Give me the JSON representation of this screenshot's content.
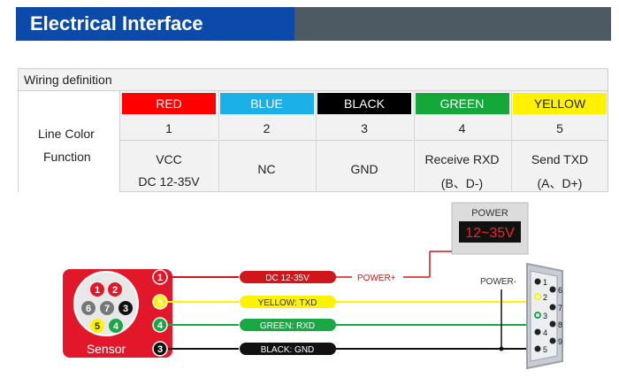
{
  "header": {
    "title": "Electrical Interface"
  },
  "table": {
    "caption": "Wiring definition",
    "row_label_line_color": "Line Color",
    "row_label_function": "Function",
    "columns": [
      {
        "color_name": "RED",
        "bg": "#ff0000",
        "fg": "#ffffff",
        "number": "1",
        "function_lines": [
          "VCC",
          "DC 12-35V"
        ]
      },
      {
        "color_name": "BLUE",
        "bg": "#1bb0e8",
        "fg": "#ffffff",
        "number": "2",
        "function_lines": [
          "NC"
        ]
      },
      {
        "color_name": "BLACK",
        "bg": "#000000",
        "fg": "#ffffff",
        "number": "3",
        "function_lines": [
          "GND"
        ]
      },
      {
        "color_name": "GREEN",
        "bg": "#14a83a",
        "fg": "#ffffff",
        "number": "4",
        "function_lines": [
          "Receive RXD",
          "(B、D-)"
        ]
      },
      {
        "color_name": "YELLOW",
        "bg": "#fff200",
        "fg": "#222222",
        "number": "5",
        "function_lines": [
          "Send TXD",
          "(A、D+)"
        ]
      }
    ]
  },
  "diagram": {
    "power_box": {
      "title": "POWER",
      "display": "12~35V"
    },
    "sensor_label": "Sensor",
    "connector_pins": [
      "1",
      "2",
      "3",
      "4",
      "5",
      "6",
      "7"
    ],
    "wires": [
      {
        "pin": "1",
        "label": "DC 12-35V",
        "color": "#d0161b",
        "label_bg": "#d0161b",
        "label_fg": "#ffffff"
      },
      {
        "pin": "5",
        "label": "YELLOW: TXD",
        "color": "#fff200",
        "label_bg": "#fff200",
        "label_fg": "#333333"
      },
      {
        "pin": "4",
        "label": "GREEN: RXD",
        "color": "#1aa844",
        "label_bg": "#1aa844",
        "label_fg": "#ffffff"
      },
      {
        "pin": "3",
        "label": "BLACK: GND",
        "color": "#111111",
        "label_bg": "#111111",
        "label_fg": "#ffffff"
      }
    ],
    "power_plus_label": "POWER+",
    "power_minus_label": "POWER-",
    "db9_pins": [
      "1",
      "2",
      "3",
      "4",
      "5",
      "6",
      "7",
      "8",
      "9"
    ]
  }
}
